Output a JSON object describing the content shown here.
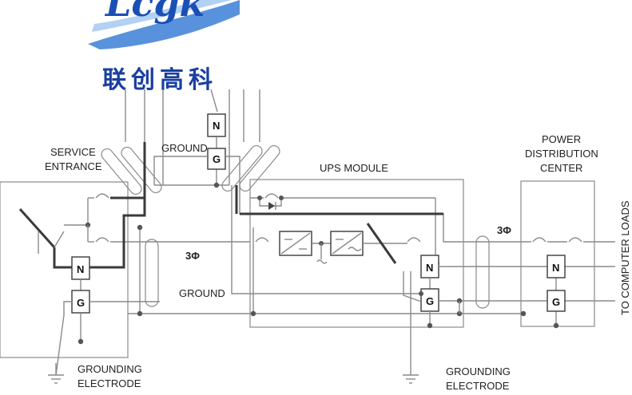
{
  "logo": {
    "wordmark": "Lcgk",
    "chinese": "联创高科",
    "color": "#1a4fb5"
  },
  "labels": {
    "service_entrance": [
      "SERVICE",
      "ENTRANCE"
    ],
    "ground_top": "GROUND",
    "ups_module": "UPS MODULE",
    "power_distribution": [
      "POWER",
      "DISTRIBUTION",
      "CENTER"
    ],
    "three_phase_left": "3Φ",
    "three_phase_right": "3Φ",
    "ground_mid": "GROUND",
    "grounding_electrode_left": [
      "GROUNDING",
      "ELECTRODE"
    ],
    "grounding_electrode_right": [
      "GROUNDING",
      "ELECTRODE"
    ],
    "to_computer_loads": "TO COMPUTER LOADS"
  },
  "terminals": {
    "neutral": "N",
    "ground": "G"
  }
}
